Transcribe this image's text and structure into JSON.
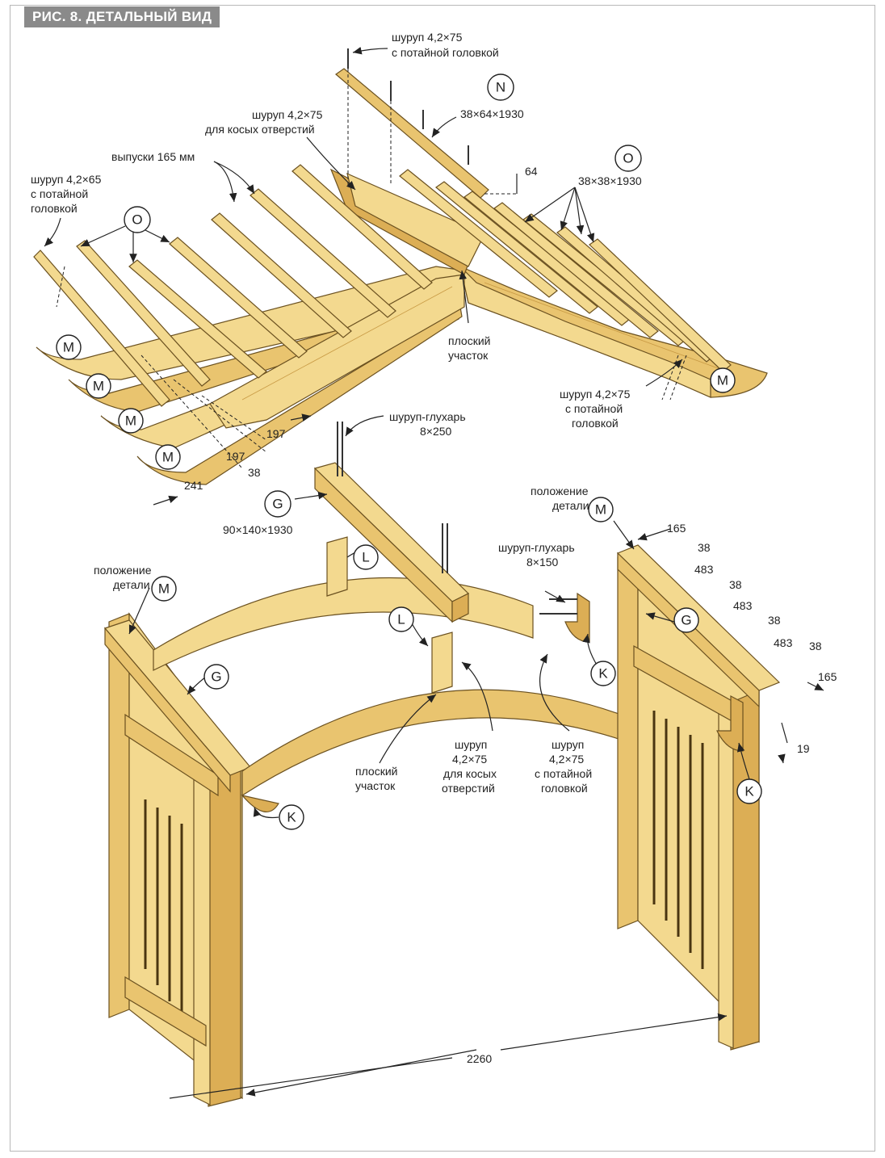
{
  "title": "РИС. 8. ДЕТАЛЬНЫЙ ВИД",
  "labels": {
    "screw_top": [
      "шуруп 4,2×75",
      "с потайной головкой"
    ],
    "part_n_size": "38×64×1930",
    "screw_angled_top": [
      "шуруп 4,2×75",
      "для косых отверстий"
    ],
    "overhang": "выпуски 165 мм",
    "screw_left": [
      "шуруп 4,2×65",
      "с потайной",
      "головкой"
    ],
    "part_o_size": "38×38×1930",
    "dim_64": "64",
    "flat_area_top": [
      "плоский",
      "участок"
    ],
    "screw_right_roof": [
      "шуруп 4,2×75",
      "с потайной",
      "головкой"
    ],
    "dim_197a": "197",
    "dim_197b": "197",
    "dim_38_roof": "38",
    "dim_241": "241",
    "lag_screw_250": [
      "шуруп-глухарь",
      "8×250"
    ],
    "part_g_size": "90×140×1930",
    "position_m_right": [
      "положение",
      "детали"
    ],
    "lag_screw_150": [
      "шуруп-глухарь",
      "8×150"
    ],
    "position_m_left": [
      "положение",
      "детали"
    ],
    "flat_area_bottom": [
      "плоский",
      "участок"
    ],
    "screw_angled_bottom": [
      "шуруп",
      "4,2×75",
      "для косых",
      "отверстий"
    ],
    "screw_counter_bottom": [
      "шуруп",
      "4,2×75",
      "с потайной",
      "головкой"
    ],
    "width_2260": "2260"
  },
  "beam_dims": {
    "d165a": "165",
    "d38a": "38",
    "d483a": "483",
    "d38b": "38",
    "d483b": "483",
    "d38c": "38",
    "d483c": "483",
    "d38d": "38",
    "d165b": "165",
    "d19": "19"
  },
  "badges": {
    "N": "N",
    "O_right": "O",
    "O_left": "O",
    "M1": "M",
    "M2": "M",
    "M3": "M",
    "M4": "M",
    "M_roof_right": "M",
    "G_top": "G",
    "L_top": "L",
    "L_mid": "L",
    "M_pos_right": "M",
    "M_pos_left": "M",
    "G_left": "G",
    "G_right": "G",
    "K_mid": "K",
    "K_right": "K",
    "K_left": "K"
  }
}
